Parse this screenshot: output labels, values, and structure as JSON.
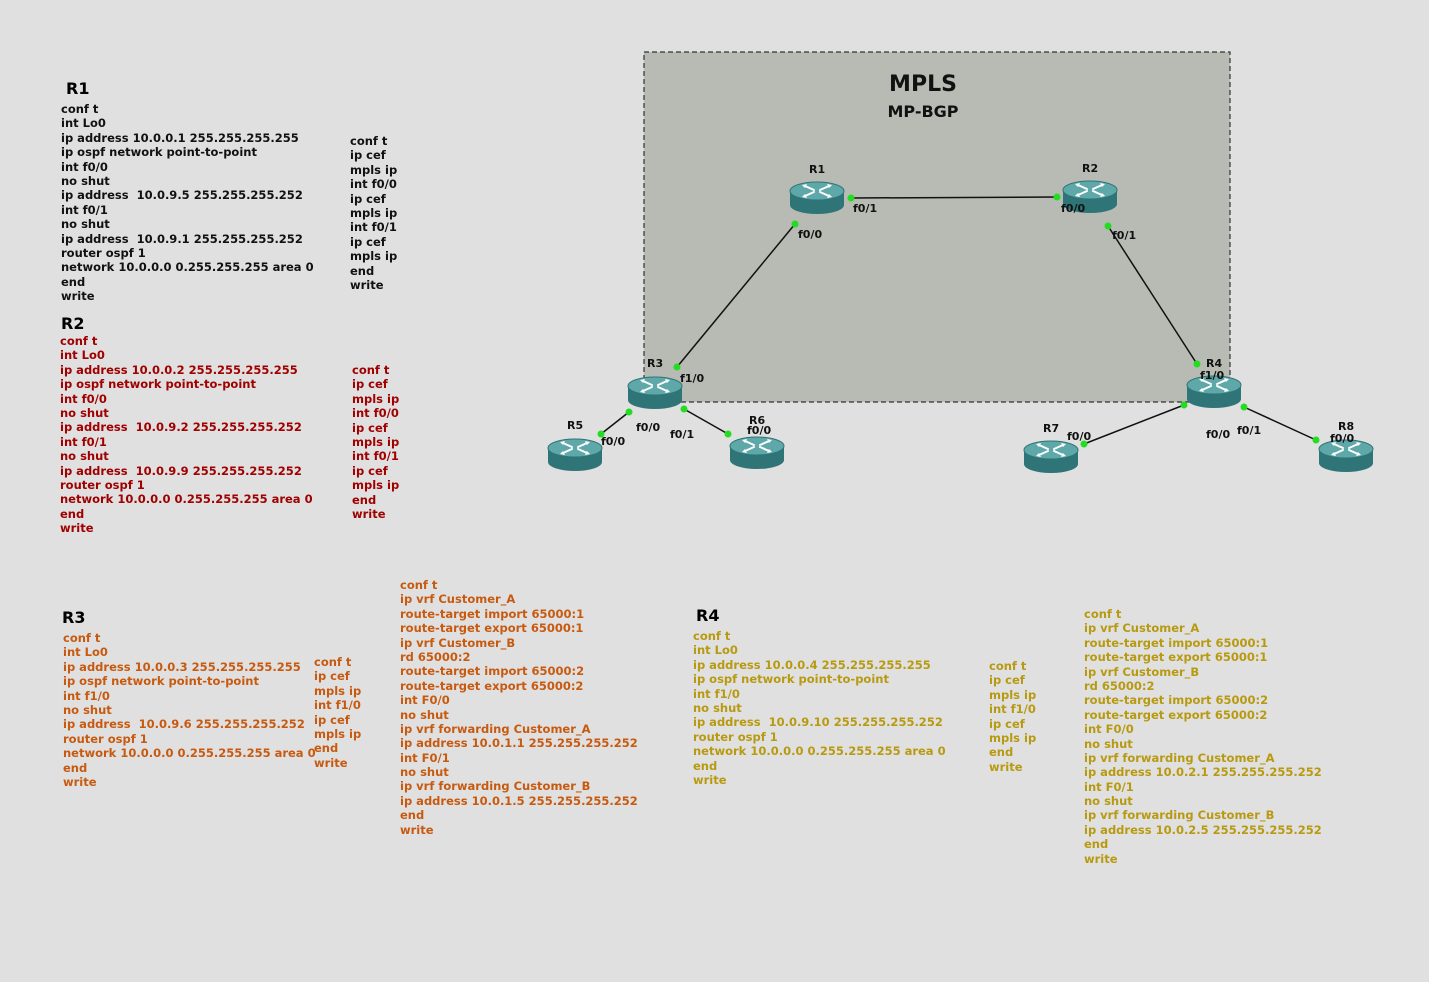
{
  "mpls_title": "MPLS",
  "mpbgp_title": "MP-BGP",
  "routers": [
    {
      "name": "R1"
    },
    {
      "name": "R2"
    },
    {
      "name": "R3"
    },
    {
      "name": "R4"
    },
    {
      "name": "R5"
    },
    {
      "name": "R6"
    },
    {
      "name": "R7"
    },
    {
      "name": "R8"
    }
  ],
  "interface_labels": {
    "r1_f01": "f0/1",
    "r1_f00": "f0/0",
    "r2_f00": "f0/0",
    "r2_f01": "f0/1",
    "r3_f10": "f1/0",
    "r3_f00": "f0/0",
    "r3_f01": "f0/1",
    "r5_f00": "f0/0",
    "r6_f00": "f0/0",
    "r4_f10": "f1/0",
    "r4_f00": "f0/0",
    "r4_f01": "f0/1",
    "r7_f00": "f0/0",
    "r8_f00": "f0/0"
  },
  "config_titles": {
    "r1": "R1",
    "r2": "R2",
    "r3": "R3",
    "r4": "R4"
  },
  "configs": {
    "r1_base": [
      "conf t",
      "int Lo0",
      "ip address 10.0.0.1 255.255.255.255",
      "ip ospf network point-to-point",
      "int f0/0",
      "no shut",
      "ip address  10.0.9.5 255.255.255.252",
      "int f0/1",
      "no shut",
      "ip address  10.0.9.1 255.255.255.252",
      "router ospf 1",
      "network 10.0.0.0 0.255.255.255 area 0",
      "end",
      "write"
    ],
    "r1_mpls": [
      "conf t",
      "ip cef",
      "mpls ip",
      "int f0/0",
      "ip cef",
      "mpls ip",
      "int f0/1",
      "ip cef",
      "mpls ip",
      "end",
      "write"
    ],
    "r2_base": [
      "conf t",
      "int Lo0",
      "ip address 10.0.0.2 255.255.255.255",
      "ip ospf network point-to-point",
      "int f0/0",
      "no shut",
      "ip address  10.0.9.2 255.255.255.252",
      "int f0/1",
      "no shut",
      "ip address  10.0.9.9 255.255.255.252",
      "router ospf 1",
      "network 10.0.0.0 0.255.255.255 area 0",
      "end",
      "write"
    ],
    "r2_mpls": [
      "conf t",
      "ip cef",
      "mpls ip",
      "int f0/0",
      "ip cef",
      "mpls ip",
      "int f0/1",
      "ip cef",
      "mpls ip",
      "end",
      "write"
    ],
    "r3_base": [
      "conf t",
      "int Lo0",
      "ip address 10.0.0.3 255.255.255.255",
      "ip ospf network point-to-point",
      "int f1/0",
      "no shut",
      "ip address  10.0.9.6 255.255.255.252",
      "router ospf 1",
      "network 10.0.0.0 0.255.255.255 area 0",
      "end",
      "write"
    ],
    "r3_mpls": [
      "conf t",
      "ip cef",
      "mpls ip",
      "int f1/0",
      "ip cef",
      "mpls ip",
      "end",
      "write"
    ],
    "r3_vrf": [
      "conf t",
      "ip vrf Customer_A",
      "route-target import 65000:1",
      "route-target export 65000:1",
      "ip vrf Customer_B",
      "rd 65000:2",
      "route-target import 65000:2",
      "route-target export 65000:2",
      "int F0/0",
      "no shut",
      "ip vrf forwarding Customer_A",
      "ip address 10.0.1.1 255.255.255.252",
      "int F0/1",
      "no shut",
      "ip vrf forwarding Customer_B",
      "ip address 10.0.1.5 255.255.255.252",
      "end",
      "write"
    ],
    "r4_base": [
      "conf t",
      "int Lo0",
      "ip address 10.0.0.4 255.255.255.255",
      "ip ospf network point-to-point",
      "int f1/0",
      "no shut",
      "ip address  10.0.9.10 255.255.255.252",
      "router ospf 1",
      "network 10.0.0.0 0.255.255.255 area 0",
      "end",
      "write"
    ],
    "r4_mpls": [
      "conf t",
      "ip cef",
      "mpls ip",
      "int f1/0",
      "ip cef",
      "mpls ip",
      "end",
      "write"
    ],
    "r4_vrf": [
      "conf t",
      "ip vrf Customer_A",
      "route-target import 65000:1",
      "route-target export 65000:1",
      "ip vrf Customer_B",
      "rd 65000:2",
      "route-target import 65000:2",
      "route-target export 65000:2",
      "int F0/0",
      "no shut",
      "ip vrf forwarding Customer_A",
      "ip address 10.0.2.1 255.255.255.252",
      "int F0/1",
      "no shut",
      "ip vrf forwarding Customer_B",
      "ip address 10.0.2.5 255.255.255.252",
      "end",
      "write"
    ]
  },
  "colors": {
    "background": "#e0e0e0",
    "mpls_area": "#b8bbb3",
    "router_body": "#3f8a8c",
    "router_top": "#5fa8aa",
    "port_dot": "#22dd22",
    "r1_text": "#111111",
    "r2_text": "#a00000",
    "r3_text": "#c85a10",
    "r4_text": "#b89a10"
  }
}
